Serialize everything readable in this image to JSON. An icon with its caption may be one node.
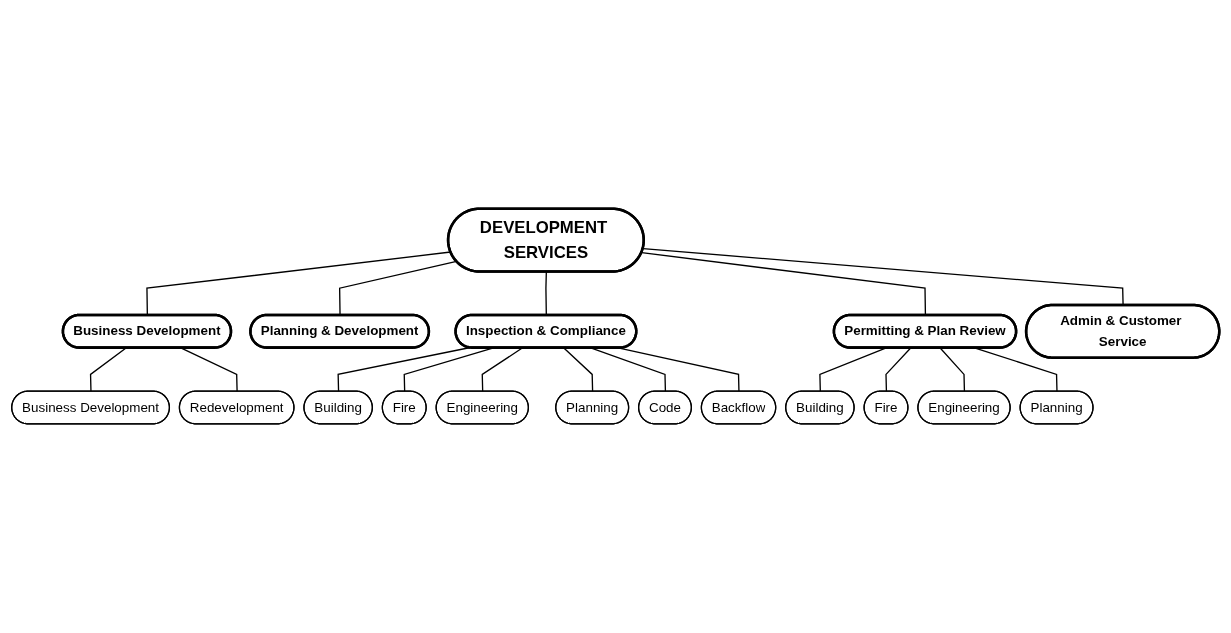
{
  "diagram": {
    "nodes": [
      {
        "text": [
          "DEVELOPMENT SERVICES"
        ]
      },
      {
        "text": [
          "Business Development"
        ]
      },
      {
        "text": [
          "Business Development"
        ]
      },
      {
        "text": [
          "Redevelopment"
        ]
      },
      {
        "text": [
          "Planning & Development"
        ]
      },
      {
        "text": [
          "Inspection & Compliance"
        ]
      },
      {
        "text": [
          "Building"
        ]
      },
      {
        "text": [
          "Fire"
        ]
      },
      {
        "text": [
          "Engineering"
        ]
      },
      {
        "text": [
          "Planning"
        ]
      },
      {
        "text": [
          "Code"
        ]
      },
      {
        "text": [
          "Backflow"
        ]
      },
      {
        "text": [
          "Permitting & Plan Review"
        ]
      },
      {
        "text": [
          "Building"
        ]
      },
      {
        "text": [
          "Fire"
        ]
      },
      {
        "text": [
          "Engineering"
        ]
      },
      {
        "text": [
          "Planning"
        ]
      },
      {
        "text": [
          "Admin & Customer Service"
        ]
      }
    ],
    "edges": [
      {
        "from": 0,
        "to": 1,
        "arrow": "none"
      },
      {
        "from": 0,
        "to": 4,
        "arrow": "none"
      },
      {
        "from": 0,
        "to": 5,
        "arrow": "none"
      },
      {
        "from": 0,
        "to": 12,
        "arrow": "none"
      },
      {
        "from": 0,
        "to": 17,
        "arrow": "none"
      },
      {
        "from": 1,
        "to": 2,
        "arrow": "none"
      },
      {
        "from": 1,
        "to": 3,
        "arrow": "none"
      },
      {
        "from": 5,
        "to": 6,
        "arrow": "none"
      },
      {
        "from": 5,
        "to": 7,
        "arrow": "none"
      },
      {
        "from": 5,
        "to": 8,
        "arrow": "none"
      },
      {
        "from": 5,
        "to": 9,
        "arrow": "none"
      },
      {
        "from": 5,
        "to": 10,
        "arrow": "none"
      },
      {
        "from": 5,
        "to": 11,
        "arrow": "none"
      },
      {
        "from": 12,
        "to": 13,
        "arrow": "none"
      },
      {
        "from": 12,
        "to": 14,
        "arrow": "none"
      },
      {
        "from": 12,
        "to": 15,
        "arrow": "none"
      },
      {
        "from": 12,
        "to": 16,
        "arrow": "none"
      }
    ]
  }
}
